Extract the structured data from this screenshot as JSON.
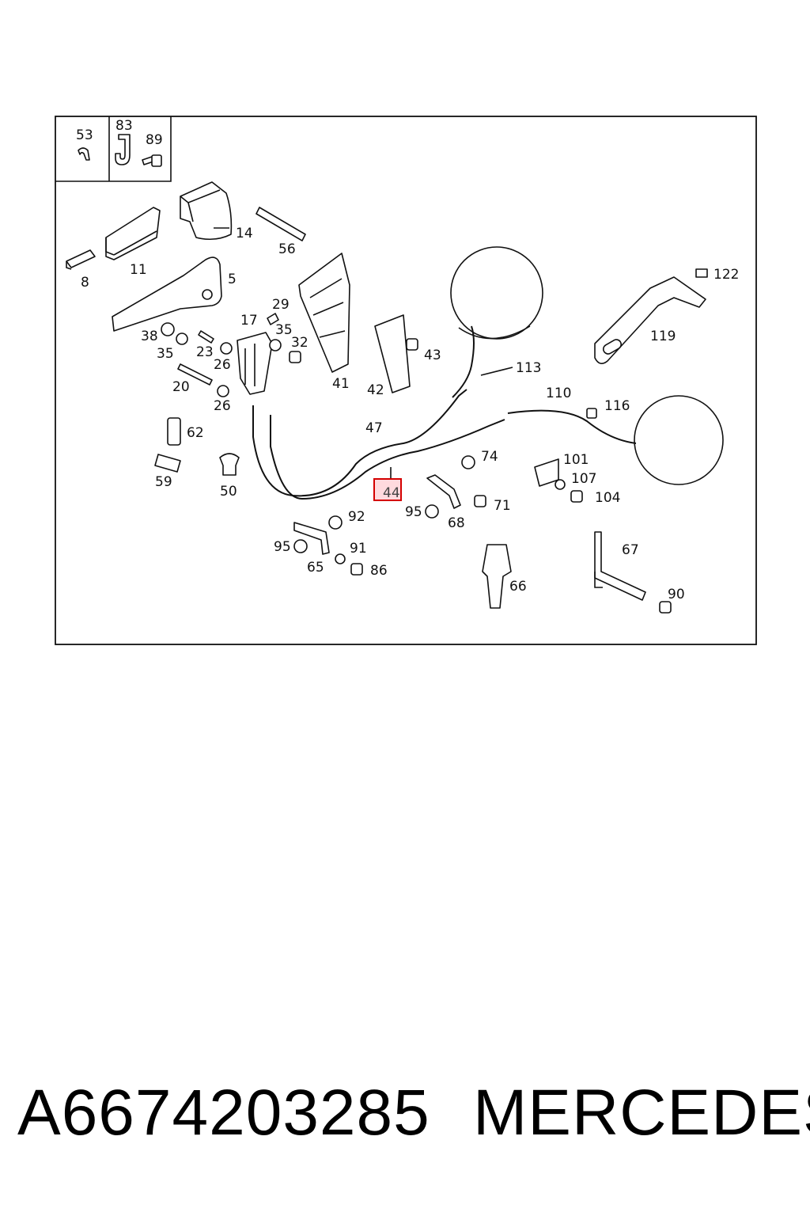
{
  "diagram": {
    "inset_labels": [
      "53",
      "83",
      "89"
    ],
    "labels": {
      "p14": "14",
      "p56": "56",
      "p11": "11",
      "p8": "8",
      "p5": "5",
      "p122": "122",
      "p29": "29",
      "p17": "17",
      "p38": "38",
      "p35a": "35",
      "p32": "32",
      "p35b": "35",
      "p23": "23",
      "p26a": "26",
      "p43": "43",
      "p119": "119",
      "p20": "20",
      "p41": "41",
      "p42": "42",
      "p113": "113",
      "p26b": "26",
      "p110": "110",
      "p116": "116",
      "p62": "62",
      "p47": "47",
      "p74": "74",
      "p101": "101",
      "p59": "59",
      "p107": "107",
      "p50": "50",
      "p44": "44",
      "p95a": "95",
      "p71": "71",
      "p104": "104",
      "p68": "68",
      "p92": "92",
      "p95b": "95",
      "p91": "91",
      "p67": "67",
      "p65": "65",
      "p86": "86",
      "p66": "66",
      "p90": "90"
    },
    "highlighted_part": "44",
    "highlight_color": "#d40000"
  },
  "caption": {
    "part_number": "A6674203285",
    "brand": "MERCEDES"
  }
}
